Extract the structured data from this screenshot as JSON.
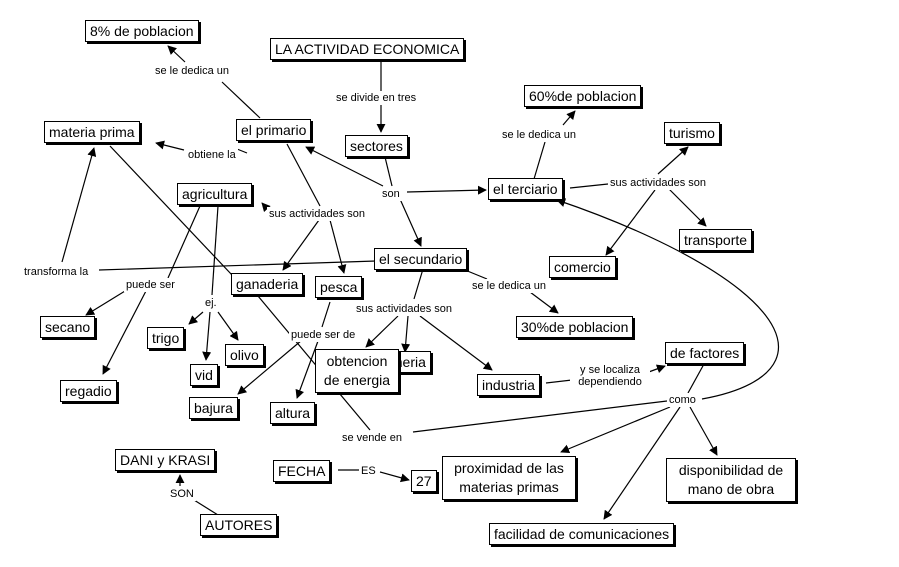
{
  "nodes": {
    "actividad": "LA ACTIVIDAD ECONOMICA",
    "poblacion8": "8% de poblacion",
    "materia_prima": "materia prima",
    "primario": "el primario",
    "sectores": "sectores",
    "poblacion60": "60%de poblacion",
    "turismo": "turismo",
    "terciario": "el terciario",
    "agricultura": "agricultura",
    "transporte": "transporte",
    "secundario": "el secundario",
    "comercio": "comercio",
    "ganaderia": "ganaderia",
    "pesca": "pesca",
    "secano": "secano",
    "poblacion30": "30%de poblacion",
    "trigo": "trigo",
    "olivo": "olivo",
    "de_factores": "de factores",
    "mineria": "mineria",
    "obtencion": "obtencion de energia",
    "vid": "vid",
    "regadio": "regadio",
    "industria": "industria",
    "bajura": "bajura",
    "altura": "altura",
    "proximidad": "proximidad de las materias primas",
    "disponibilidad": "disponibilidad de mano de obra",
    "dani": "DANI y KRASI",
    "fecha": "FECHA",
    "veintisiete": "27",
    "autores": "AUTORES",
    "facilidad": "facilidad de comunicaciones"
  },
  "labels": {
    "se_le_dedica_un_1": "se le dedica un",
    "se_divide_en_tres": "se divide en tres",
    "se_le_dedica_un_2": "se le dedica un",
    "obtiene_la": "obtiene la",
    "son": "son",
    "sus_actividades_son_1": "sus actividades son",
    "sus_actividades_son_2": "sus actividades son",
    "transforma_la": "transforma la",
    "puede_ser": "puede ser",
    "se_le_dedica_un_3": "se le dedica un",
    "ej": "ej.",
    "sus_actividades_son_3": "sus actividades son",
    "puede_ser_de": "puede ser de",
    "y_se_localiza": "y se localiza dependiendo",
    "como": "como",
    "se_vende_en": "se vende en",
    "es": "ES",
    "son_caps": "SON"
  }
}
